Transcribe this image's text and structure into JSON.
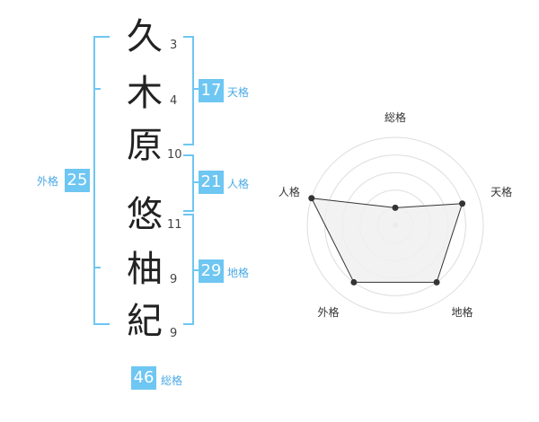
{
  "name": {
    "characters": [
      {
        "char": "久",
        "strokes": "3"
      },
      {
        "char": "木",
        "strokes": "4"
      },
      {
        "char": "原",
        "strokes": "10"
      },
      {
        "char": "悠",
        "strokes": "11"
      },
      {
        "char": "柚",
        "strokes": "9"
      },
      {
        "char": "紀",
        "strokes": "9"
      }
    ]
  },
  "fortune": {
    "tenkaku": {
      "value": "17",
      "label": "天格"
    },
    "jinkaku": {
      "value": "21",
      "label": "人格"
    },
    "chikaku": {
      "value": "29",
      "label": "地格"
    },
    "gaikaku": {
      "value": "25",
      "label": "外格"
    },
    "soukaku": {
      "value": "46",
      "label": "総格"
    }
  },
  "colors": {
    "accent": "#6ec6f2",
    "grid": "#dddddd",
    "fill": "#f0f0f0",
    "line": "#333333"
  },
  "chart_data": {
    "type": "radar",
    "axes": [
      "総格",
      "天格",
      "地格",
      "外格",
      "人格"
    ],
    "levels": 5,
    "max": 5,
    "values": [
      1,
      4,
      4,
      4,
      5
    ]
  }
}
